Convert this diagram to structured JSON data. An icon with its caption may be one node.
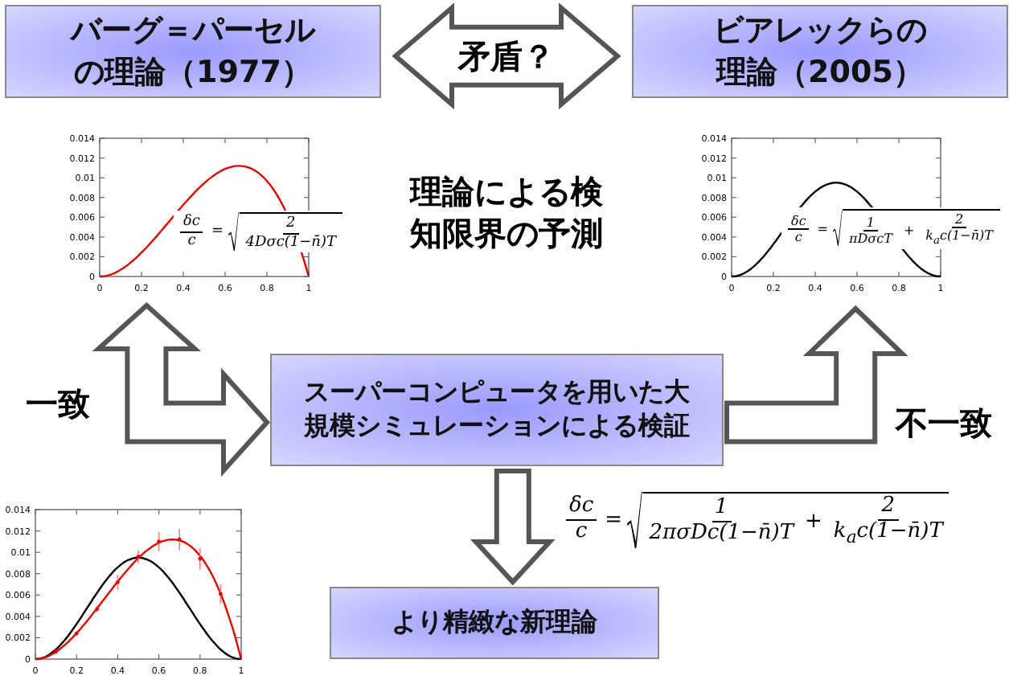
{
  "diagram": {
    "nodes": [
      {
        "text": [
          "バーグ＝パーセルの理論（1977）"
        ]
      },
      {
        "text": [
          "ビアレックらの理論（2005）"
        ]
      },
      {
        "text": [],
        "shape": "picture",
        "beside": [
          "0",
          "0.002",
          "0.004",
          "0.006",
          "0.008",
          "0.01",
          "0.012",
          "0.014",
          "0",
          "0.2",
          "0.4",
          "0.6",
          "0.8",
          "1"
        ]
      },
      {
        "text": [],
        "shape": "picture",
        "beside": [
          "0",
          "0.002",
          "0.004",
          "0.006",
          "0.008",
          "0.01",
          "0.012",
          "0.014",
          "0",
          "0.2",
          "0.4",
          "0.6",
          "0.8",
          "1"
        ]
      },
      {
        "text": [
          "スーパーコンピュータを用いた大規模シミュレーションによる検証"
        ]
      },
      {
        "text": [
          "より精緻な新理論"
        ]
      },
      {
        "text": [],
        "shape": "picture",
        "beside": [
          "0",
          "0.002",
          "0.004",
          "0.006",
          "0.008",
          "0.01",
          "0.012",
          "0.014",
          "0",
          "0.2",
          "0.4",
          "0.6",
          "0.8",
          "1"
        ]
      }
    ],
    "edges": [
      {
        "from": 0,
        "to": 1,
        "arrow": "both",
        "label": "矛盾？"
      },
      {
        "from": 2,
        "to": 4,
        "arrow": "both",
        "label": "一致"
      },
      {
        "from": 4,
        "to": 3,
        "arrow": "to",
        "label": "不一致"
      },
      {
        "from": 4,
        "to": 5,
        "arrow": "to"
      }
    ],
    "labels": [
      "δc",
      "c",
      "=",
      "2",
      "4Dσc(1−n̄)T",
      "理論による検知限界の予測",
      "δc",
      "c",
      "=",
      "1",
      "πDσcT",
      "+",
      "2",
      "k$_{a}$c(1−n̄)T",
      "δc",
      "c",
      "=",
      "1",
      "2πσDc(1−n̄)T",
      "+",
      "2",
      "k$_{a}$c(1−n̄)T"
    ]
  }
}
